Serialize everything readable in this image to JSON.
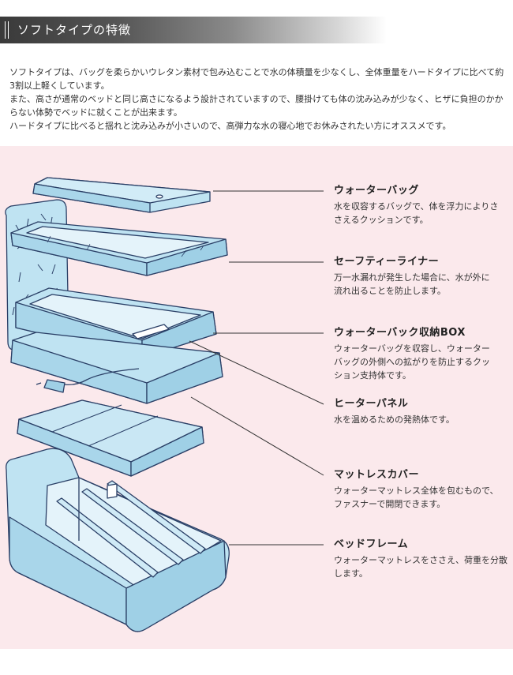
{
  "header": {
    "title": "ソフトタイプの特徴"
  },
  "intro": {
    "paragraphs": [
      "ソフトタイプは、バッグを柔らかいウレタン素材で包み込むことで水の体積量を少なくし、全体重量をハードタイプに比べて約3割以上軽くしています。",
      "また、高さが通常のベッドと同じ高さになるよう設計されていますので、腰掛けても体の沈み込みが少なく、ヒザに負担のかからない体勢でベッドに就くことが出来ます。",
      "ハードタイプに比べると揺れと沈み込みが小さいので、高弾力な水の寝心地でお休みされたい方にオススメです。"
    ]
  },
  "parts": [
    {
      "title": "ウォーターバッグ",
      "desc": [
        "水を収容するバッグで、体を浮力によりさ",
        "さえるクッションです。"
      ]
    },
    {
      "title": "セーフティーライナー",
      "desc": [
        "万一水漏れが発生した場合に、水が外に",
        "流れ出ることを防止します。"
      ]
    },
    {
      "title": "ウォーターバック収納BOX",
      "desc": [
        "ウォーターバッグを収容し、ウォーター",
        "バッグの外側への拡がりを防止するクッ",
        "ション支持体です。"
      ]
    },
    {
      "title": "ヒーターパネル",
      "desc": [
        "水を温めるための発熱体です。"
      ]
    },
    {
      "title": "マットレスカバー",
      "desc": [
        "ウォーターマットレス全体を包むもので、",
        "ファスナーで開閉できます。"
      ]
    },
    {
      "title": "ベッドフレーム",
      "desc": [
        "ウォーターマットレスをささえ、荷重を分散",
        "します。"
      ]
    }
  ],
  "colors": {
    "diagram_background": "#fbe9ec",
    "part_fill": "#bfe3f2",
    "part_stroke": "#2a3f66",
    "leader_line": "#333333"
  }
}
